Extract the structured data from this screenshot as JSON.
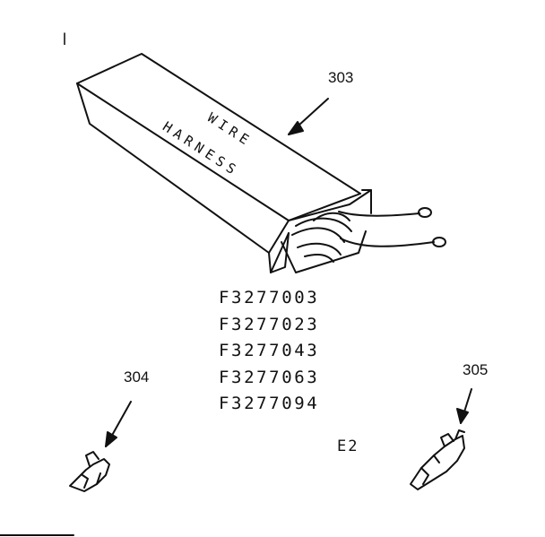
{
  "diagram": {
    "corner_mark": "l",
    "box_label_line1": "WIRE",
    "box_label_line2": "HARNESS",
    "callouts": {
      "harness_box": "303",
      "terminal_left": "304",
      "terminal_right": "305"
    },
    "part_numbers": [
      "F3277003",
      "F3277023",
      "F3277043",
      "F3277063",
      "F3277094"
    ],
    "section_code": "E2"
  }
}
